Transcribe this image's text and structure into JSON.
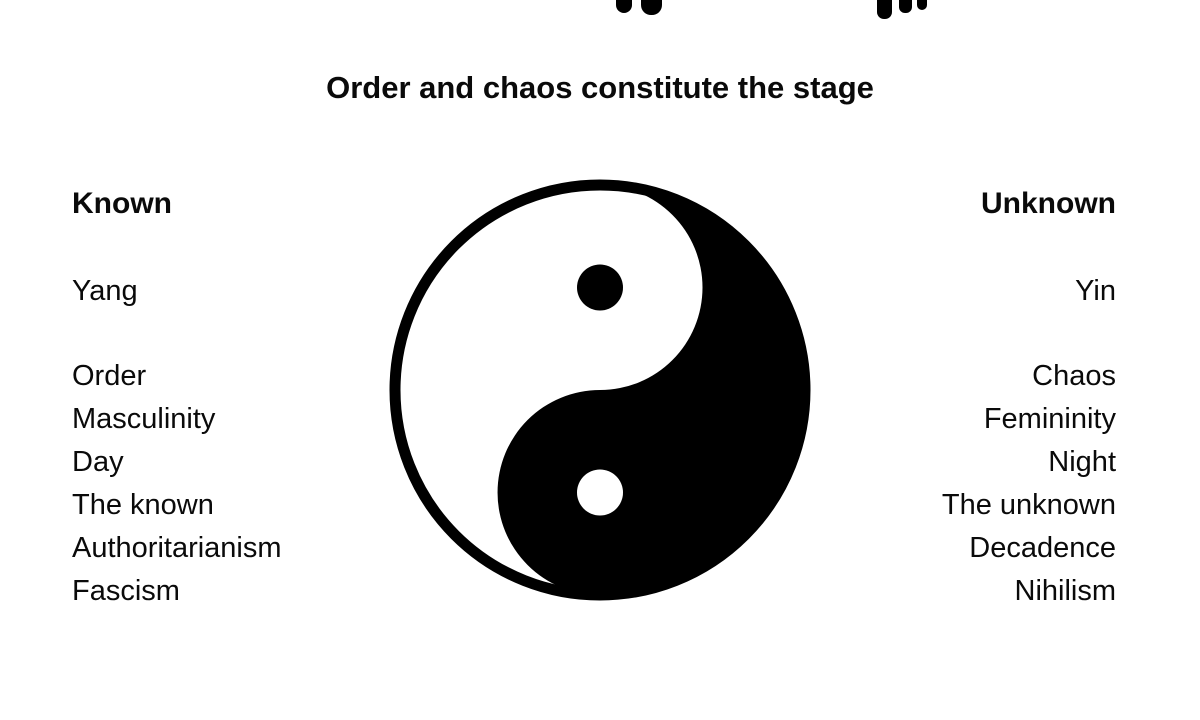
{
  "title": "Order and chaos constitute the stage",
  "columns": {
    "left": {
      "header": "Known",
      "primary": "Yang",
      "items": [
        "Order",
        "Masculinity",
        "Day",
        "The known",
        "Authoritarianism",
        "Fascism"
      ]
    },
    "right": {
      "header": "Unknown",
      "primary": "Yin",
      "items": [
        "Chaos",
        "Femininity",
        "Night",
        "The unknown",
        "Decadence",
        "Nihilism"
      ]
    }
  },
  "symbol": {
    "type": "yin-yang",
    "ink_color": "#000000",
    "background_color": "#ffffff"
  }
}
